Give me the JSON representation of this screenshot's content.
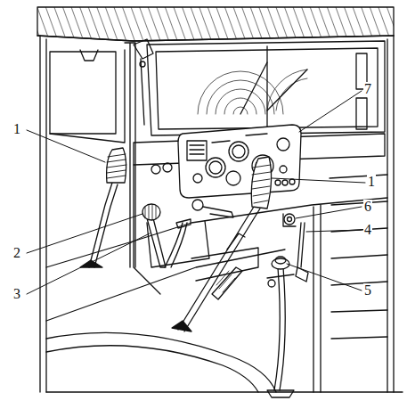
{
  "diagram": {
    "labels": [
      "1",
      "2",
      "3",
      "7",
      "1",
      "6",
      "4",
      "5"
    ]
  }
}
